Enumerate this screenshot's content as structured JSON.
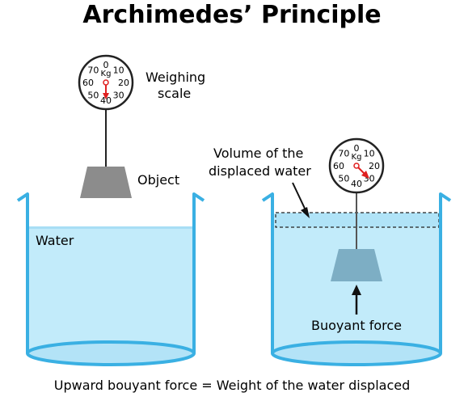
{
  "title": "Archimedes’ Principle",
  "labels": {
    "weighing_scale_line1": "Weighing",
    "weighing_scale_line2": "scale",
    "object": "Object",
    "water": "Water",
    "volume_line1": "Volume of the",
    "volume_line2": "displaced water",
    "buoyant_force": "Buoyant force",
    "caption": "Upward bouyant force = Weight of the water displaced"
  },
  "scale_dial": {
    "unit": "Kg",
    "ticks": [
      "0",
      "10",
      "20",
      "30",
      "40",
      "50",
      "60",
      "70"
    ]
  },
  "readings": {
    "in_air": 40,
    "in_water": 30
  },
  "colors": {
    "water": "#c2ebfa",
    "container_outline": "#3ab0e3",
    "object": "#8c8c8c",
    "object_submerged": "#7daec4",
    "needle": "#e02020"
  }
}
